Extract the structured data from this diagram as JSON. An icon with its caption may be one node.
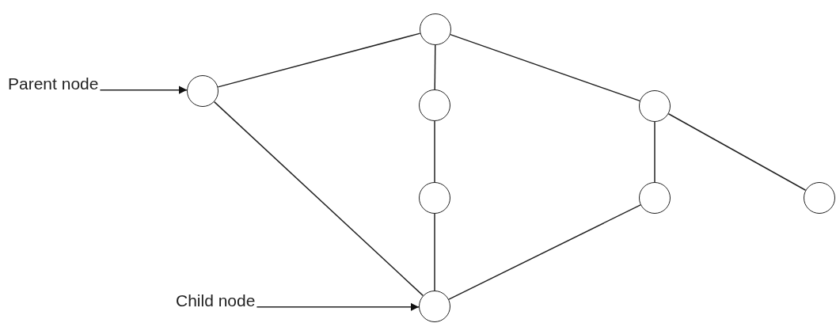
{
  "diagram": {
    "nodes": [
      {
        "text": [],
        "shape": "circle"
      },
      {
        "text": [
          "Parent node"
        ]
      },
      {
        "text": [],
        "shape": "circle"
      },
      {
        "text": [],
        "shape": "circle"
      },
      {
        "text": [],
        "shape": "circle"
      },
      {
        "text": [],
        "shape": "circle"
      },
      {
        "text": [],
        "shape": "circle"
      },
      {
        "text": [],
        "shape": "circle"
      },
      {
        "text": [
          "Child node"
        ]
      },
      {
        "text": [],
        "shape": "circle"
      }
    ],
    "edges": [
      {
        "from": 1,
        "to": 2,
        "arrow": "to"
      },
      {
        "from": 2,
        "to": 0,
        "arrow": "none"
      },
      {
        "from": 0,
        "to": 3,
        "arrow": "none"
      },
      {
        "from": 0,
        "to": 4,
        "arrow": "none"
      },
      {
        "from": 3,
        "to": 5,
        "arrow": "none"
      },
      {
        "from": 5,
        "to": 9,
        "arrow": "none"
      },
      {
        "from": 2,
        "to": 9,
        "arrow": "none"
      },
      {
        "from": 4,
        "to": 6,
        "arrow": "none"
      },
      {
        "from": 4,
        "to": 7,
        "arrow": "none"
      },
      {
        "from": 6,
        "to": 9,
        "arrow": "none"
      },
      {
        "from": 8,
        "to": 9,
        "arrow": "to"
      }
    ]
  }
}
